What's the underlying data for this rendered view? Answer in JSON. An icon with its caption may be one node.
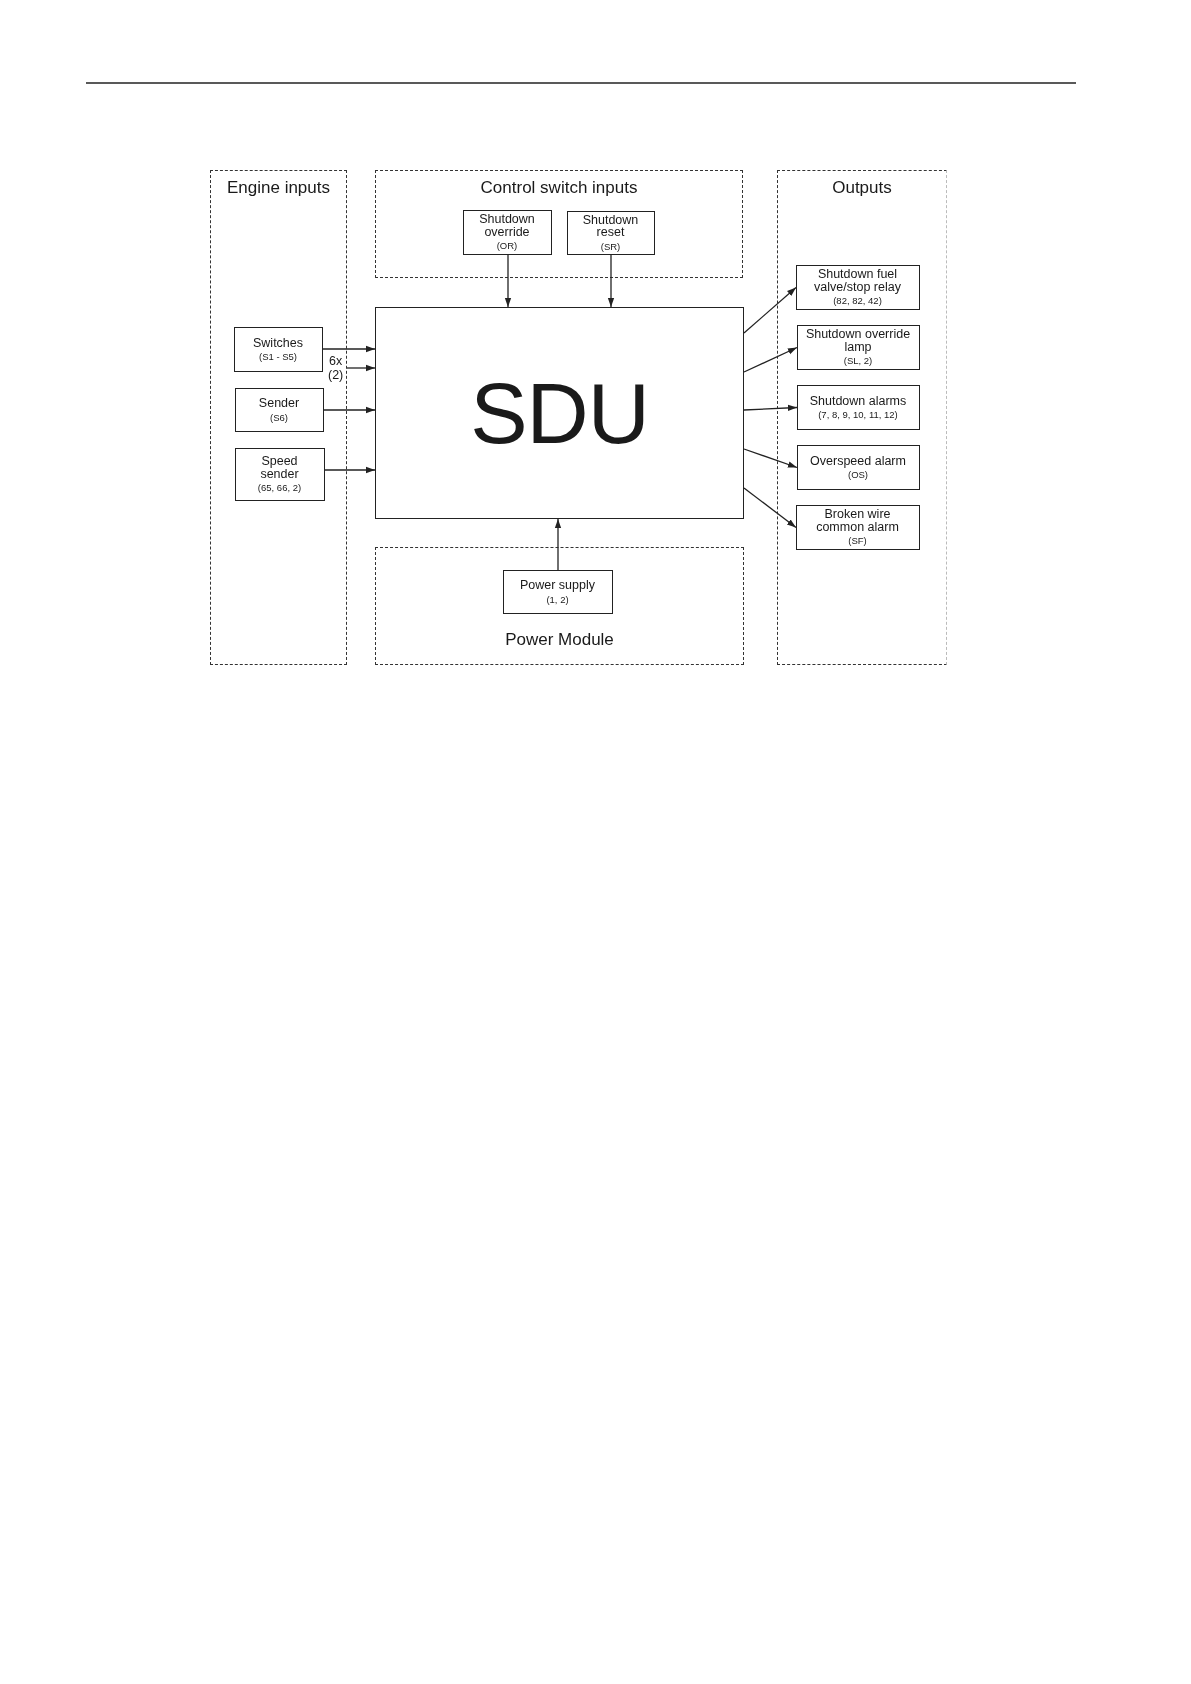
{
  "diagram": {
    "nodes": [
      {
        "text": [
          "Engine inputs"
        ]
      },
      {
        "text": [
          "Switches",
          "(S1 - S5)"
        ],
        "in": 0
      },
      {
        "text": [
          "Sender",
          "(S6)"
        ],
        "in": 0
      },
      {
        "text": [
          "Speed sender",
          "(65, 66, 2)"
        ],
        "in": 0
      },
      {
        "text": [
          "Control switch inputs"
        ]
      },
      {
        "text": [
          "Shutdown override",
          "(OR)"
        ],
        "in": 4
      },
      {
        "text": [
          "Shutdown reset",
          "(SR)"
        ],
        "in": 4
      },
      {
        "text": [
          "SDU"
        ]
      },
      {
        "text": [
          "Power Module"
        ]
      },
      {
        "text": [
          "Power supply",
          "(1, 2)"
        ],
        "in": 8
      },
      {
        "text": [
          "Outputs"
        ]
      },
      {
        "text": [
          "Shutdown fuel valve/stop relay",
          "(82, 82, 42)"
        ],
        "in": 10
      },
      {
        "text": [
          "Shutdown override lamp",
          "(SL, 2)"
        ],
        "in": 10
      },
      {
        "text": [
          "Shutdown alarms",
          "(7, 8, 9, 10, 11, 12)"
        ],
        "in": 10
      },
      {
        "text": [
          "Overspeed alarm",
          "(OS)"
        ],
        "in": 10
      },
      {
        "text": [
          "Broken wire common alarm",
          "(SF)"
        ],
        "in": 10
      }
    ],
    "edges": [
      {
        "from": 1,
        "to": 7,
        "arrow": "to"
      },
      {
        "from": 0,
        "to": 7,
        "arrow": "to"
      },
      {
        "from": 2,
        "to": 7,
        "arrow": "to"
      },
      {
        "from": 3,
        "to": 7,
        "arrow": "to"
      },
      {
        "from": 5,
        "to": 7,
        "arrow": "to"
      },
      {
        "from": 6,
        "to": 7,
        "arrow": "to"
      },
      {
        "from": 9,
        "to": 7,
        "arrow": "to"
      },
      {
        "from": 7,
        "to": 11,
        "arrow": "to"
      },
      {
        "from": 7,
        "to": 12,
        "arrow": "to"
      },
      {
        "from": 7,
        "to": 13,
        "arrow": "to"
      },
      {
        "from": 7,
        "to": 14,
        "arrow": "to"
      },
      {
        "from": 7,
        "to": 15,
        "arrow": "to"
      }
    ],
    "labels": [
      "6x",
      "(2)"
    ]
  }
}
